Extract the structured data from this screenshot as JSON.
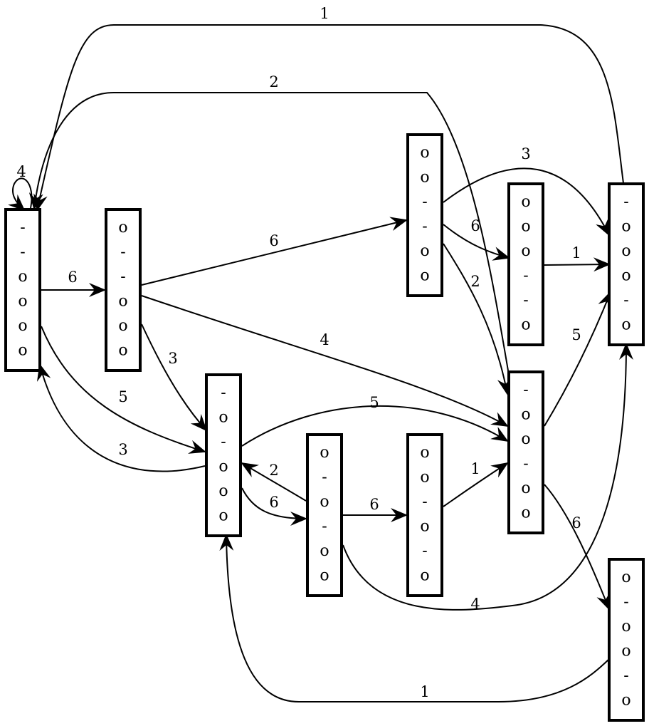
{
  "colors": {
    "stroke": "#000000",
    "background": "#ffffff"
  },
  "nodes": [
    {
      "id": "A",
      "symbols": [
        "-",
        "-",
        "o",
        "o",
        "o",
        "o"
      ]
    },
    {
      "id": "B",
      "symbols": [
        "o",
        "-",
        "-",
        "o",
        "o",
        "o"
      ]
    },
    {
      "id": "C",
      "symbols": [
        "o",
        "o",
        "-",
        "-",
        "o",
        "o"
      ]
    },
    {
      "id": "D",
      "symbols": [
        "o",
        "o",
        "o",
        "-",
        "-",
        "o"
      ]
    },
    {
      "id": "E",
      "symbols": [
        "-",
        "o",
        "o",
        "o",
        "-",
        "o"
      ]
    },
    {
      "id": "F",
      "symbols": [
        "-",
        "o",
        "-",
        "o",
        "o",
        "o"
      ]
    },
    {
      "id": "G",
      "symbols": [
        "o",
        "-",
        "o",
        "-",
        "o",
        "o"
      ]
    },
    {
      "id": "H",
      "symbols": [
        "o",
        "o",
        "-",
        "o",
        "-",
        "o"
      ]
    },
    {
      "id": "I",
      "symbols": [
        "-",
        "o",
        "o",
        "-",
        "o",
        "o"
      ]
    },
    {
      "id": "J",
      "symbols": [
        "o",
        "-",
        "o",
        "o",
        "-",
        "o"
      ]
    }
  ],
  "edges": [
    {
      "from": "A",
      "to": "A",
      "label": "4"
    },
    {
      "from": "A",
      "to": "B",
      "label": "6"
    },
    {
      "from": "A",
      "to": "F",
      "label": "5"
    },
    {
      "from": "F",
      "to": "A",
      "label": "3"
    },
    {
      "from": "E",
      "to": "A",
      "label": "1"
    },
    {
      "from": "I",
      "to": "A",
      "label": "2"
    },
    {
      "from": "B",
      "to": "C",
      "label": "6"
    },
    {
      "from": "B",
      "to": "F",
      "label": "3"
    },
    {
      "from": "B",
      "to": "I",
      "label": "4"
    },
    {
      "from": "C",
      "to": "E",
      "label": "3"
    },
    {
      "from": "C",
      "to": "D",
      "label": "6"
    },
    {
      "from": "C",
      "to": "I",
      "label": "2"
    },
    {
      "from": "D",
      "to": "E",
      "label": "1"
    },
    {
      "from": "F",
      "to": "I",
      "label": "5"
    },
    {
      "from": "F",
      "to": "G",
      "label": "6"
    },
    {
      "from": "G",
      "to": "F",
      "label": "2"
    },
    {
      "from": "G",
      "to": "H",
      "label": "6"
    },
    {
      "from": "G",
      "to": "E",
      "label": "4"
    },
    {
      "from": "H",
      "to": "I",
      "label": "1"
    },
    {
      "from": "I",
      "to": "E",
      "label": "5"
    },
    {
      "from": "I",
      "to": "J",
      "label": "6"
    },
    {
      "from": "J",
      "to": "F",
      "label": "1"
    }
  ]
}
